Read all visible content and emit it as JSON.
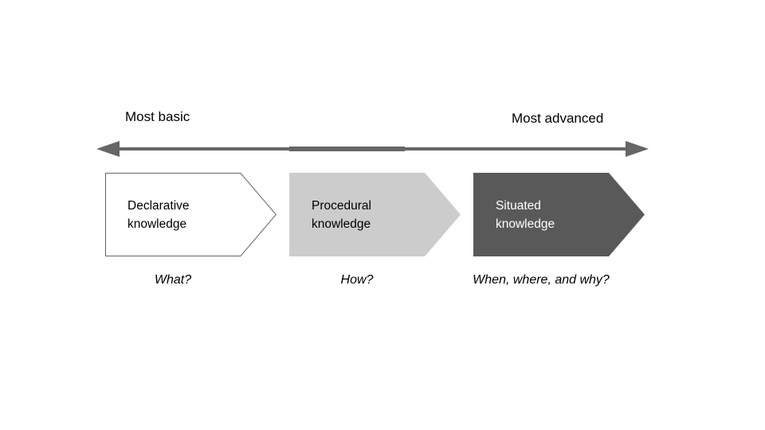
{
  "slide": {
    "background": "#ffffff"
  },
  "scale": {
    "left_label": "Most basic",
    "right_label": "Most advanced",
    "axis_color": "#666666"
  },
  "stages": [
    {
      "name_line1": "Declarative",
      "name_line2": "knowledge",
      "caption": "What?",
      "fill": "#ffffff",
      "stroke": "#666666",
      "text_color": "#000000"
    },
    {
      "name_line1": "Procedural",
      "name_line2": "knowledge",
      "caption": "How?",
      "fill": "#cccccc",
      "stroke": "none",
      "text_color": "#000000"
    },
    {
      "name_line1": "Situated",
      "name_line2": "knowledge",
      "caption": "When, where, and why?",
      "fill": "#595959",
      "stroke": "none",
      "text_color": "#ffffff"
    }
  ]
}
